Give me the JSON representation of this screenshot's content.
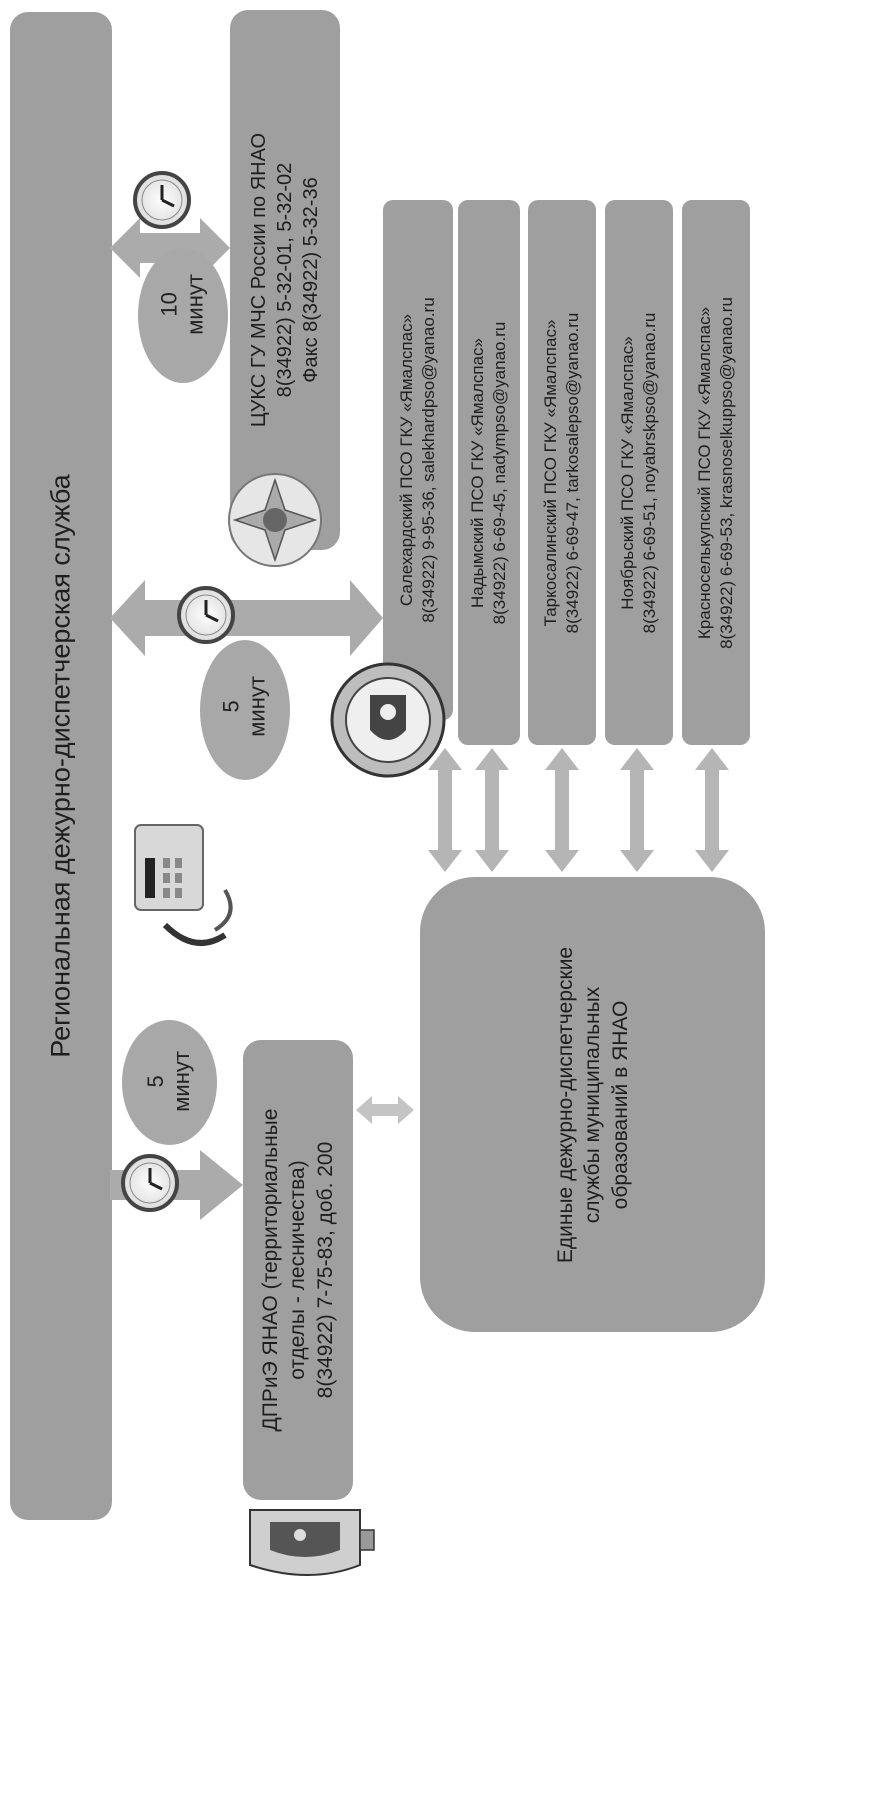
{
  "rdds": {
    "title": "Региональная дежурно-диспетчерская служба"
  },
  "tsuks": {
    "line1": "ЦУКС ГУ МЧС России по ЯНАО",
    "line2": "8(34922) 5-32-01, 5-32-02",
    "line3": "Факс 8(34922) 5-32-36"
  },
  "dpriz": {
    "line1": "ДПРиЭ ЯНАО (территориальные",
    "line2": "отделы - лесничества)",
    "line3": "8(34922) 7-75-83, доб. 200"
  },
  "edds": {
    "line1": "Единые дежурно-диспетчерские",
    "line2": "службы муниципальных",
    "line3": "образований в ЯНАО"
  },
  "pso": [
    {
      "name": "Салехардский ПСО ГКУ «Ямалспас»",
      "contact": "8(34922) 9-95-36, salekhardpso@yanao.ru"
    },
    {
      "name": "Надымский ПСО ГКУ «Ямалспас»",
      "contact": "8(34922) 6-69-45, nadympso@yanao.ru"
    },
    {
      "name": "Таркосалинский ПСО ГКУ «Ямалспас»",
      "contact": "8(34922) 6-69-47, tarkosalepso@yanao.ru"
    },
    {
      "name": "Ноябрьский ПСО ГКУ «Ямалспас»",
      "contact": "8(34922) 6-69-51, noyabrskpso@yanao.ru"
    },
    {
      "name": "Красноселькупский ПСО ГКУ «Ямалспас»",
      "contact": "8(34922) 6-69-53, krasnoselkuppso@yanao.ru"
    }
  ],
  "timers": {
    "t10": {
      "num": "10",
      "unit": "минут"
    },
    "t5a": {
      "num": "5",
      "unit": "минут"
    },
    "t5b": {
      "num": "5",
      "unit": "минут"
    }
  },
  "icons": [
    "clock-icon",
    "phone-icon",
    "coat-of-arms-icon",
    "mchs-emblem-icon",
    "yamalspas-emblem-icon"
  ],
  "colors": {
    "box": "#9f9f9f",
    "text": "#1e1e1e",
    "oval": "#a8a8a8"
  }
}
